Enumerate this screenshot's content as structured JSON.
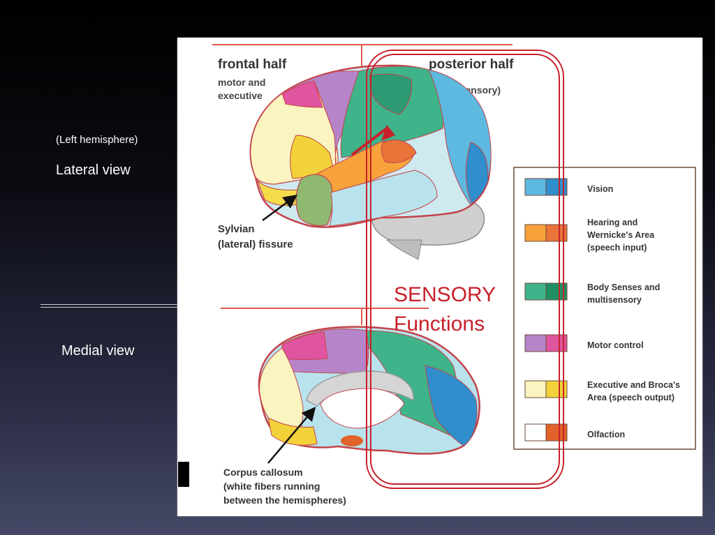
{
  "slide": {
    "hemisphere_label": "(Left hemisphere)",
    "lateral_view_label": "Lateral view",
    "medial_view_label": "Medial view"
  },
  "figure": {
    "frontal_title": "frontal half",
    "frontal_sub_1": "motor and",
    "frontal_sub_2": "executive",
    "posterior_title": "posterior half",
    "posterior_sub": "(sensory)",
    "sylvian_1": "Sylvian",
    "sylvian_2": "(lateral) fissure",
    "corpus_1": "Corpus callosum",
    "corpus_2": "(white fibers running",
    "corpus_3": "between the hemispheres)",
    "sensory_1": "SENSORY",
    "sensory_2": "Functions",
    "legend": [
      {
        "label_lines": [
          "Vision"
        ],
        "colors": [
          "#5db9e0",
          "#2f8ecb"
        ]
      },
      {
        "label_lines": [
          "Hearing and",
          "Wernicke's Area",
          "(speech input)"
        ],
        "colors": [
          "#f7a23b",
          "#e8743a"
        ]
      },
      {
        "label_lines": [
          "Body Senses and",
          "multisensory"
        ],
        "colors": [
          "#3fb38a",
          "#1f8f62"
        ]
      },
      {
        "label_lines": [
          "Motor control"
        ],
        "colors": [
          "#b685c9",
          "#e0559f"
        ]
      },
      {
        "label_lines": [
          "Executive and Broca's",
          "Area (speech output)"
        ],
        "colors": [
          "#faf4c0",
          "#f2d23a"
        ]
      },
      {
        "label_lines": [
          "Olfaction"
        ],
        "colors": [
          "#ffffff",
          "#e0632a"
        ]
      }
    ]
  },
  "colors": {
    "accent_red": "#c8202a",
    "divider_red": "#e2594b",
    "brain_outline": "#c4434a"
  }
}
